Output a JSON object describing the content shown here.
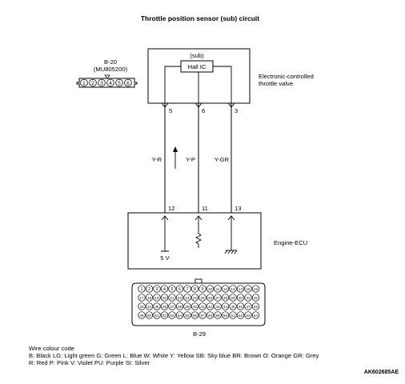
{
  "title": "Throttle position sensor (sub) circuit",
  "connector_b20": {
    "label": "B-20",
    "part": "(MU805200)",
    "pins": [
      "1",
      "2",
      "3",
      "4",
      "5",
      "6"
    ]
  },
  "throttle_valve": {
    "sub_label": "(sub)",
    "ic_label": "Hall IC",
    "name_line1": "Electronic-controlled",
    "name_line2": "throttle valve"
  },
  "wires": [
    {
      "top_pin": "5",
      "color_code": "Y-R",
      "bottom_pin": "12"
    },
    {
      "top_pin": "6",
      "color_code": "Y-P",
      "bottom_pin": "11"
    },
    {
      "top_pin": "3",
      "color_code": "Y-GR",
      "bottom_pin": "13"
    }
  ],
  "ecu": {
    "name": "Engine-ECU",
    "supply": "5 V"
  },
  "connector_b29": {
    "label": "B-29",
    "rows": [
      [
        "1",
        "2",
        "3",
        "4",
        "5",
        "6",
        "7",
        "8",
        "9",
        "10",
        "11",
        "12",
        "13",
        "14",
        "15",
        "16"
      ],
      [
        "17",
        "18",
        "19",
        "20",
        "21",
        "22",
        "23",
        "24",
        "25",
        "26",
        "27",
        "28",
        "29",
        "30",
        "31",
        "32"
      ],
      [
        "33",
        "34",
        "35",
        "36",
        "37",
        "38",
        "39",
        "40",
        "41",
        "42",
        "43",
        "44",
        "45",
        "46",
        "47",
        "48"
      ],
      [
        "49",
        "50",
        "51",
        "52",
        "53",
        "54",
        "55",
        "56",
        "57",
        "58",
        "59",
        "60",
        "61",
        "62",
        "63",
        "64"
      ]
    ]
  },
  "legend": {
    "title": "Wire colour code",
    "line1": "B: Black  LG: Light green  G: Green  L: Blue  W: White  Y: Yellow  SB: Sky blue  BR: Brown  O: Orange  GR: Grey",
    "line2": "R: Red  P: Pink  V: Violet  PU: Purple  SI: Silver"
  },
  "figure_code": "AK602685AE"
}
